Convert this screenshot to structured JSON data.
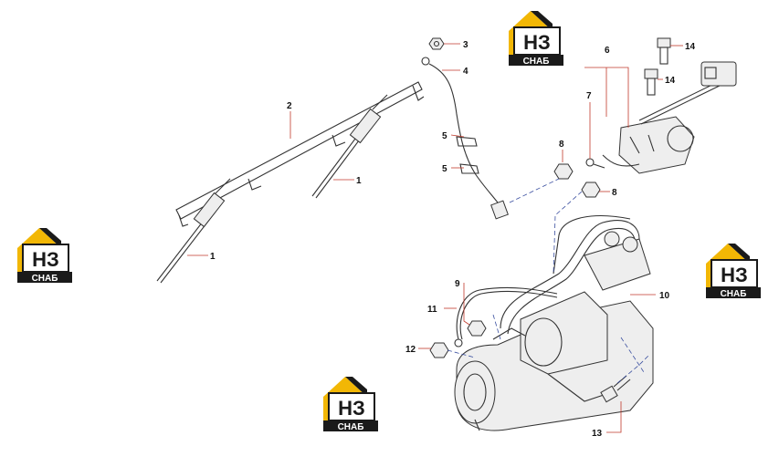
{
  "watermark": {
    "logo_letters": "НЗ",
    "logo_caption": "СНАБ",
    "colors": {
      "yellow": "#f2b705",
      "black": "#1a1a1a",
      "white": "#ffffff"
    }
  },
  "callouts": {
    "c1a": "1",
    "c1b": "1",
    "c2": "2",
    "c3": "3",
    "c4": "4",
    "c5a": "5",
    "c5b": "5",
    "c6": "6",
    "c7": "7",
    "c8a": "8",
    "c8b": "8",
    "c9": "9",
    "c10": "10",
    "c11": "11",
    "c12": "12",
    "c13": "13",
    "c14a": "14",
    "c14b": "14"
  },
  "colors": {
    "leader": "#c0392b",
    "dashed": "#3a4fa0",
    "line": "#333333"
  }
}
